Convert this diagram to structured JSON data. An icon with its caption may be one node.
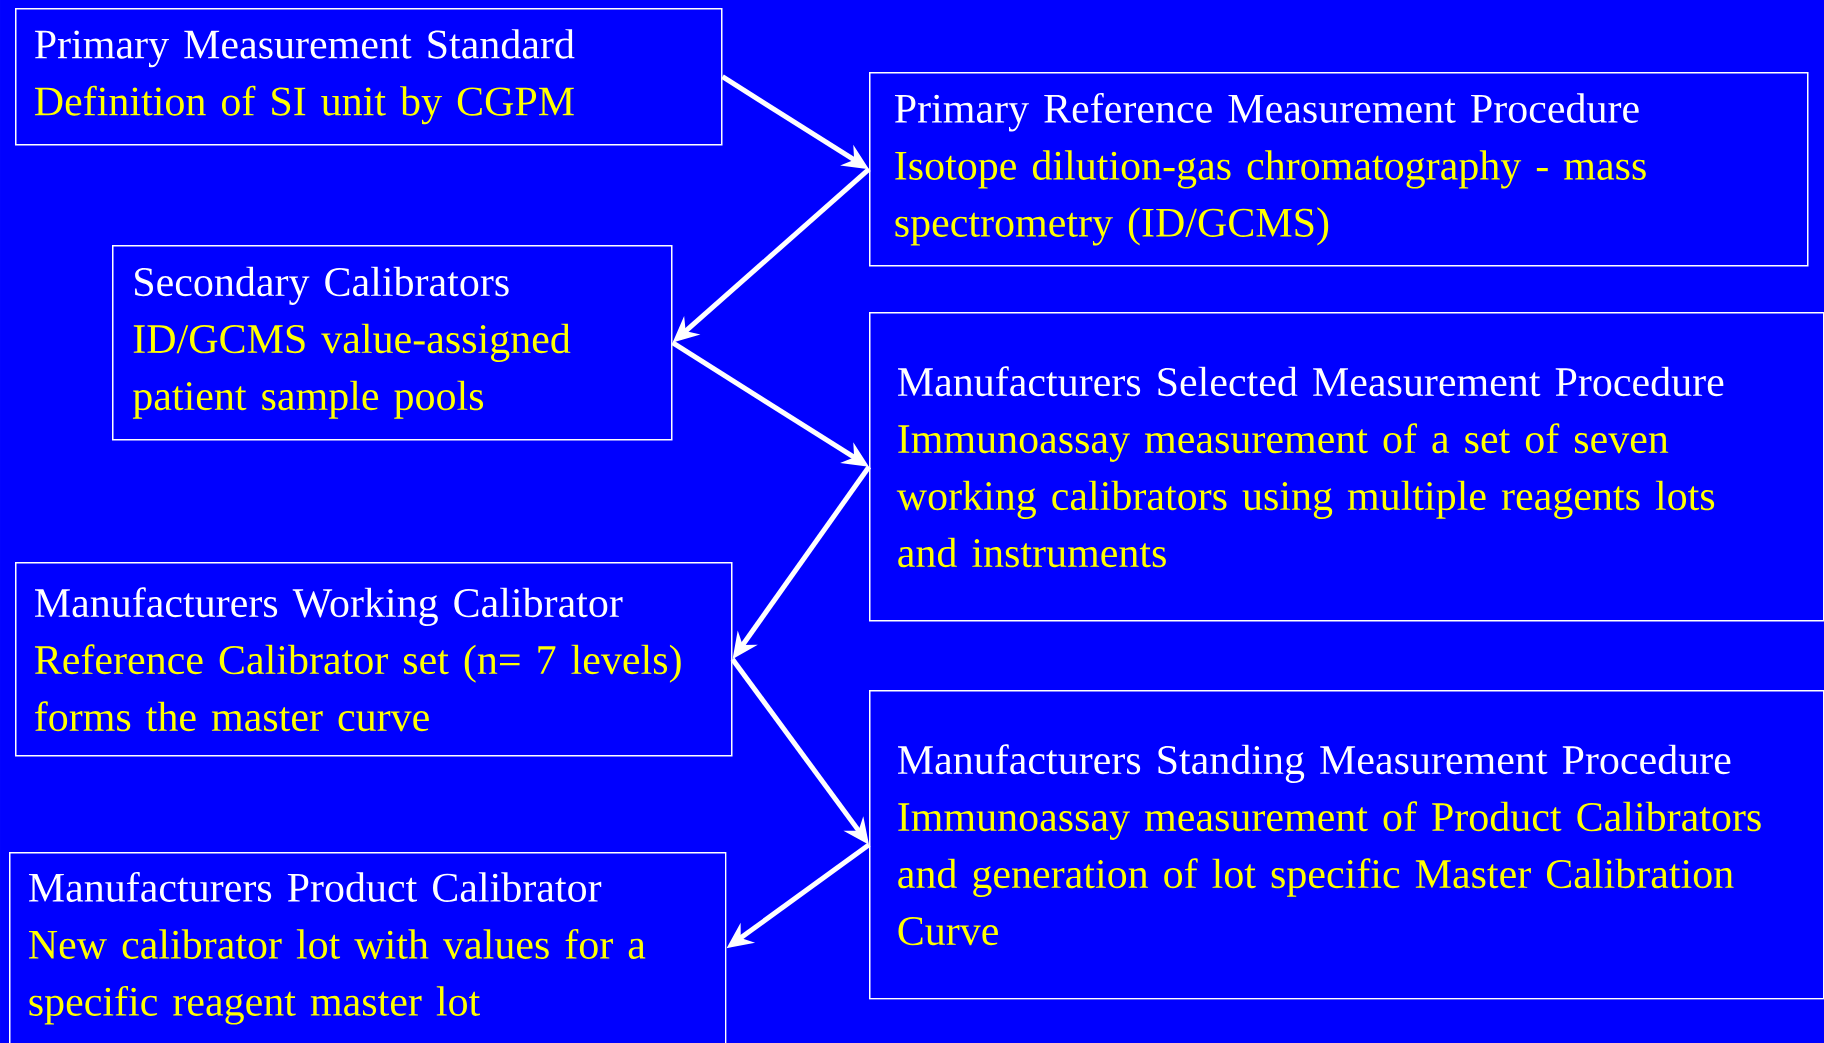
{
  "diagram": {
    "nodes": [
      {
        "text": [
          "Primary Measurement Standard",
          "Definition of SI unit by CGPM"
        ]
      },
      {
        "text": [
          "Primary Reference Measurement Procedure",
          "Isotope dilution-gas chromatography - mass spectrometry (ID/GCMS)"
        ]
      },
      {
        "text": [
          "Secondary Calibrators",
          "ID/GCMS value-assigned patient sample pools"
        ]
      },
      {
        "text": [
          "Manufacturers Selected Measurement Procedure",
          "Immunoassay measurement of a set of seven working calibrators using multiple reagents lots and instruments"
        ]
      },
      {
        "text": [
          "Manufacturers Working Calibrator",
          "Reference Calibrator set (n= 7 levels) forms the master curve"
        ]
      },
      {
        "text": [
          "Manufacturers Standing Measurement Procedure",
          "Immunoassay measurement of Product Calibrators and generation of lot specific Master Calibration Curve"
        ]
      },
      {
        "text": [
          "Manufacturers Product Calibrator",
          "New calibrator lot with values for a specific reagent master lot"
        ]
      }
    ],
    "edges": [
      {
        "from": 0,
        "to": 1,
        "arrow": "to"
      },
      {
        "from": 1,
        "to": 2,
        "arrow": "to"
      },
      {
        "from": 2,
        "to": 3,
        "arrow": "to"
      },
      {
        "from": 3,
        "to": 4,
        "arrow": "to"
      },
      {
        "from": 4,
        "to": 5,
        "arrow": "to"
      },
      {
        "from": 5,
        "to": 6,
        "arrow": "to"
      }
    ]
  }
}
